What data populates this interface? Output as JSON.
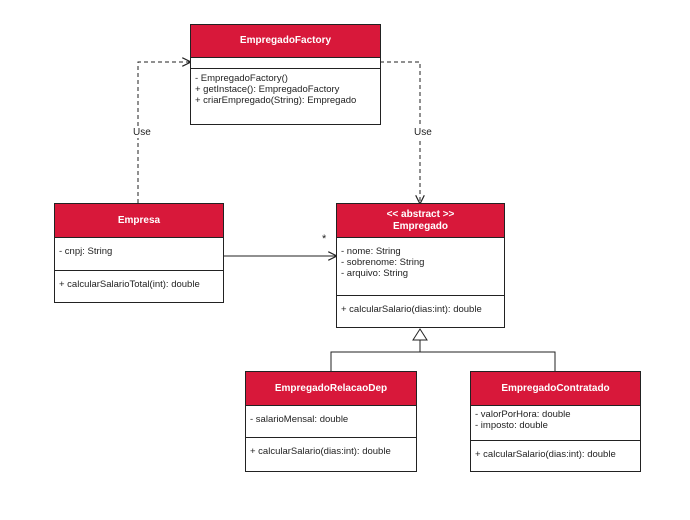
{
  "colors": {
    "header": "#d8183a",
    "line": "#222222"
  },
  "classes": {
    "factory": {
      "stereotype": "",
      "name": "EmpregadoFactory",
      "attributes": [],
      "methods": [
        "- EmpregadoFactory()",
        "+ getInstace(): EmpregadoFactory",
        "+ criarEmpregado(String): Empregado"
      ]
    },
    "empresa": {
      "stereotype": "",
      "name": "Empresa",
      "attributes": [
        "- cnpj: String"
      ],
      "methods": [
        "+ calcularSalarioTotal(int): double"
      ]
    },
    "empregado": {
      "stereotype": "<< abstract >>",
      "name": "Empregado",
      "attributes": [
        "- nome: String",
        "- sobrenome: String",
        "- arquivo: String"
      ],
      "methods": [
        "+ calcularSalario(dias:int): double"
      ]
    },
    "relacao": {
      "stereotype": "",
      "name": "EmpregadoRelacaoDep",
      "attributes": [
        "- salarioMensal: double"
      ],
      "methods": [
        "+ calcularSalario(dias:int): double"
      ]
    },
    "contratado": {
      "stereotype": "",
      "name": "EmpregadoContratado",
      "attributes": [
        "- valorPorHora: double",
        "- imposto: double"
      ],
      "methods": [
        "+ calcularSalario(dias:int): double"
      ]
    }
  },
  "labels": {
    "use_left": "Use",
    "use_right": "Use",
    "multiplicity": "*"
  }
}
